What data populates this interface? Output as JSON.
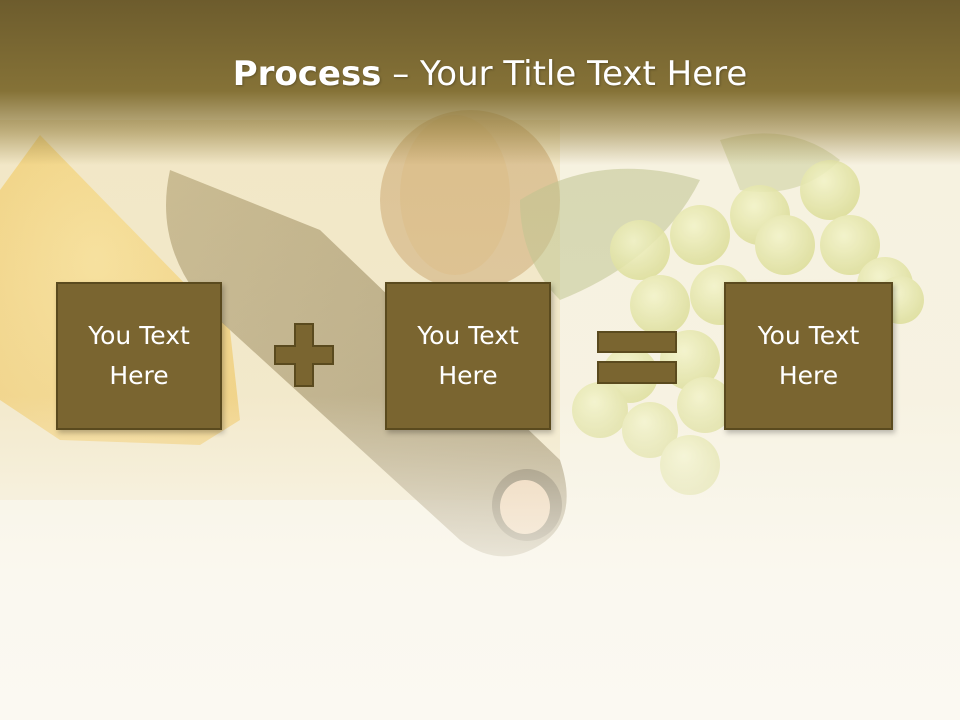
{
  "slide": {
    "title_strong": "Process",
    "title_rest": " – Your Title Text Here",
    "boxes": [
      {
        "text": "You Text\nHere"
      },
      {
        "text": "You Text\nHere"
      },
      {
        "text": "You Text\nHere"
      }
    ],
    "operators": [
      "plus-icon",
      "equals-icon"
    ]
  },
  "colors": {
    "title_band": "#7a6632",
    "box_fill": "#7a6530",
    "box_border": "#5a4a1e",
    "operator_fill": "#7a6530",
    "title_text": "#ffffff",
    "box_text": "#ffffff"
  }
}
